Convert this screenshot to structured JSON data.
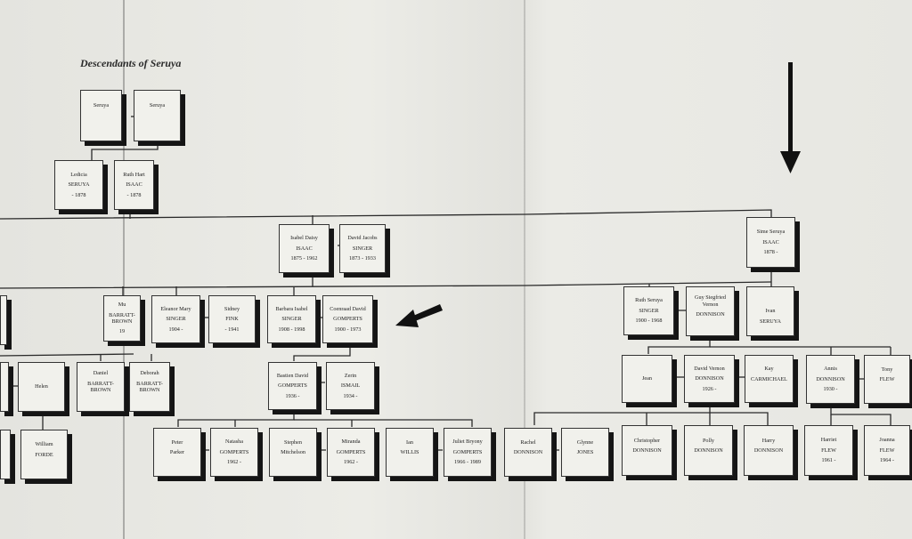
{
  "title": "Descendants of Seruya",
  "colors": {
    "paper": "#e8e8e3",
    "line": "#2a2a2a",
    "box": "#f1f1ec",
    "shadow": "#151515"
  },
  "people": [
    {
      "id": "seruya1",
      "lines": [
        "Seruya",
        "",
        ""
      ]
    },
    {
      "id": "seruya2",
      "lines": [
        "Seruya",
        "",
        ""
      ]
    },
    {
      "id": "ledicia",
      "lines": [
        "Ledicia",
        "SERUYA",
        "- 1878"
      ]
    },
    {
      "id": "ruthhart",
      "lines": [
        "Ruth Hart",
        "ISAAC",
        "- 1878"
      ]
    },
    {
      "id": "isabel",
      "lines": [
        "Isabel Daisy",
        "ISAAC",
        "1875 - 1962"
      ]
    },
    {
      "id": "davidj",
      "lines": [
        "David Jacobs",
        "SINGER",
        "1873 - 1933"
      ]
    },
    {
      "id": "sime",
      "lines": [
        "Sime Seruya",
        "ISAAC",
        "1878 -"
      ]
    },
    {
      "id": "ivan",
      "lines": [
        "",
        "Ivan",
        "SERUYA"
      ]
    },
    {
      "id": "barrattw",
      "lines": [
        "",
        "",
        ""
      ]
    },
    {
      "id": "mu",
      "lines": [
        "Mu",
        "BARRATT-BROWN",
        "19"
      ]
    },
    {
      "id": "eleanor",
      "lines": [
        "Eleanor Mary",
        "SINGER",
        "1904 -"
      ]
    },
    {
      "id": "sidney",
      "lines": [
        "Sidney",
        "FINK",
        "- 1941"
      ]
    },
    {
      "id": "barbara",
      "lines": [
        "Barbara Isabel",
        "SINGER",
        "1908 - 1998"
      ]
    },
    {
      "id": "coenraad",
      "lines": [
        "Coenraad David",
        "GOMPERTS",
        "1900 - 1973"
      ]
    },
    {
      "id": "ruthsinger",
      "lines": [
        "Ruth Seruya",
        "SINGER",
        "1900 - 1968"
      ]
    },
    {
      "id": "guy",
      "lines": [
        "Guy Siegfried Vernon",
        "DONNISON",
        ""
      ]
    },
    {
      "id": "leftw1",
      "lines": [
        "",
        "",
        ""
      ]
    },
    {
      "id": "helen",
      "lines": [
        "",
        "Helen",
        ""
      ]
    },
    {
      "id": "daniel",
      "lines": [
        "Daniel",
        "BARRATT-BROWN",
        ""
      ]
    },
    {
      "id": "deborah",
      "lines": [
        "Deborah",
        "BARRATT-BROWN",
        ""
      ]
    },
    {
      "id": "bastien",
      "lines": [
        "Bastien David",
        "GOMPERTS",
        "1936 -"
      ]
    },
    {
      "id": "zerin",
      "lines": [
        "Zerin",
        "ISMAIL",
        "1934 -"
      ]
    },
    {
      "id": "jean",
      "lines": [
        "",
        "Jean",
        ""
      ]
    },
    {
      "id": "davidv",
      "lines": [
        "David Vernon",
        "DONNISON",
        "1926 -"
      ]
    },
    {
      "id": "kay",
      "lines": [
        "Kay",
        "CARMICHAEL",
        ""
      ]
    },
    {
      "id": "annis",
      "lines": [
        "Annis",
        "DONNISON",
        "1930 -"
      ]
    },
    {
      "id": "tony",
      "lines": [
        "Tony",
        "FLEW",
        ""
      ]
    },
    {
      "id": "leftw2",
      "lines": [
        "",
        "",
        ""
      ]
    },
    {
      "id": "william",
      "lines": [
        "William",
        "FORDE",
        ""
      ]
    },
    {
      "id": "peter",
      "lines": [
        "Peter",
        "Parker",
        ""
      ]
    },
    {
      "id": "natasha",
      "lines": [
        "Natasha",
        "GOMPERTS",
        "1962 -"
      ]
    },
    {
      "id": "stephen",
      "lines": [
        "Stephen",
        "Mitchelson",
        ""
      ]
    },
    {
      "id": "miranda",
      "lines": [
        "Miranda",
        "GOMPERTS",
        "1962 -"
      ]
    },
    {
      "id": "ian",
      "lines": [
        "Ian",
        "WILLIS",
        ""
      ]
    },
    {
      "id": "juliet",
      "lines": [
        "Juliet Bryony",
        "GOMPERTS",
        "1966 - 1989"
      ]
    },
    {
      "id": "rachel",
      "lines": [
        "Rachel",
        "DONNISON",
        ""
      ]
    },
    {
      "id": "glynne",
      "lines": [
        "Glynne",
        "JONES",
        ""
      ]
    },
    {
      "id": "christopher",
      "lines": [
        "Christopher",
        "DONNISON",
        ""
      ]
    },
    {
      "id": "polly",
      "lines": [
        "Polly",
        "DONNISON",
        ""
      ]
    },
    {
      "id": "harry",
      "lines": [
        "Harry",
        "DONNISON",
        ""
      ]
    },
    {
      "id": "harriet",
      "lines": [
        "Harriet",
        "FLEW",
        "1961 -"
      ]
    },
    {
      "id": "joanna",
      "lines": [
        "Joanna",
        "FLEW",
        "1964 -"
      ]
    }
  ]
}
